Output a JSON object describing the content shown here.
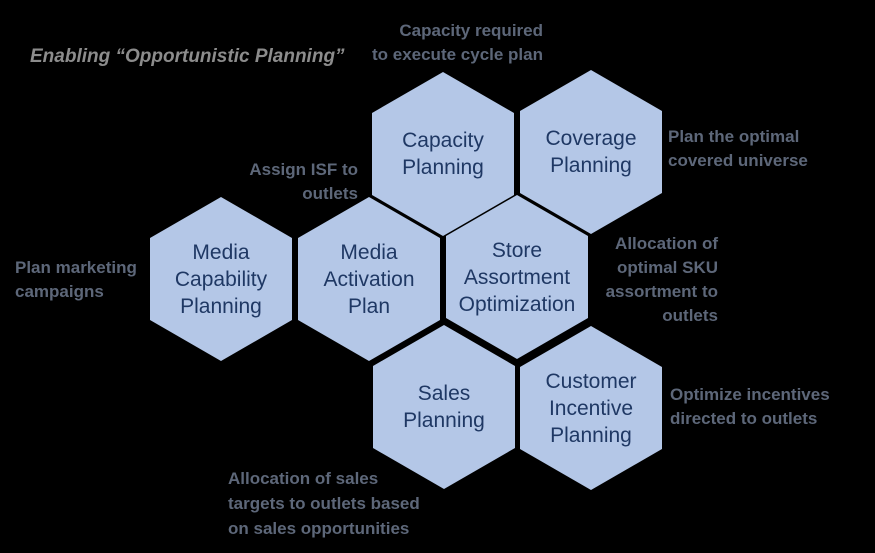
{
  "theme": {
    "background": "#000000",
    "hex_fill": "#b4c7e7",
    "hex_text": "#1f3864",
    "title_color": "#8c8c8c",
    "annotation_color": "#5d6779"
  },
  "title": "Enabling “Opportunistic Planning”",
  "hexagons": [
    {
      "id": "capacity-planning",
      "label": "Capacity\nPlanning"
    },
    {
      "id": "coverage-planning",
      "label": "Coverage\nPlanning"
    },
    {
      "id": "media-capability-planning",
      "label": "Media\nCapability\nPlanning"
    },
    {
      "id": "media-activation-plan",
      "label": "Media\nActivation\nPlan"
    },
    {
      "id": "store-assortment-optimization",
      "label": "Store\nAssortment\nOptimization"
    },
    {
      "id": "sales-planning",
      "label": "Sales\nPlanning"
    },
    {
      "id": "customer-incentive-planning",
      "label": "Customer\nIncentive\nPlanning"
    }
  ],
  "annotations": [
    {
      "id": "capacity-note",
      "text": "Capacity required\nto execute cycle plan"
    },
    {
      "id": "coverage-note",
      "text": "Plan the optimal\ncovered universe"
    },
    {
      "id": "isf-note",
      "text": "Assign ISF to\noutlets"
    },
    {
      "id": "marketing-note",
      "text": "Plan marketing\ncampaigns"
    },
    {
      "id": "sku-note",
      "text": "Allocation of\noptimal SKU\nassortment to\noutlets"
    },
    {
      "id": "incentive-note",
      "text": "Optimize incentives\ndirected to outlets"
    },
    {
      "id": "sales-note",
      "text": "Allocation of sales\ntargets to outlets based\non sales opportunities"
    }
  ]
}
